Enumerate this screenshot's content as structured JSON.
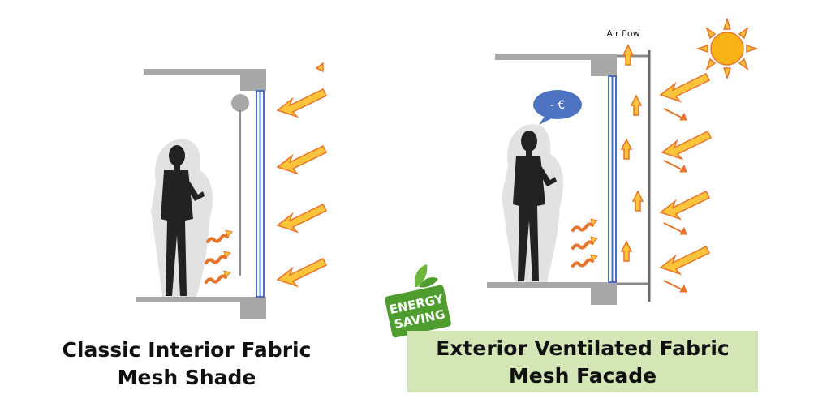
{
  "left_panel": {
    "caption_line1": "Classic Interior Fabric",
    "caption_line2": "Mesh Shade"
  },
  "right_panel": {
    "caption_line1": "Exterior Ventilated Fabric",
    "caption_line2": "Mesh Facade",
    "airflow_label": "Air flow",
    "bubble_text": "- €",
    "badge_line1": "ENERGY",
    "badge_line2": "SAVING"
  },
  "colors": {
    "arrow_fill": "#fcc43a",
    "arrow_stroke": "#e8742a",
    "glass": "#4a6fc4",
    "concrete": "#a8a8a8",
    "caption_highlight": "#d4e6b5",
    "bubble": "#4e73c3",
    "badge_green": "#4f9d2f",
    "sun": "#f8b417"
  }
}
